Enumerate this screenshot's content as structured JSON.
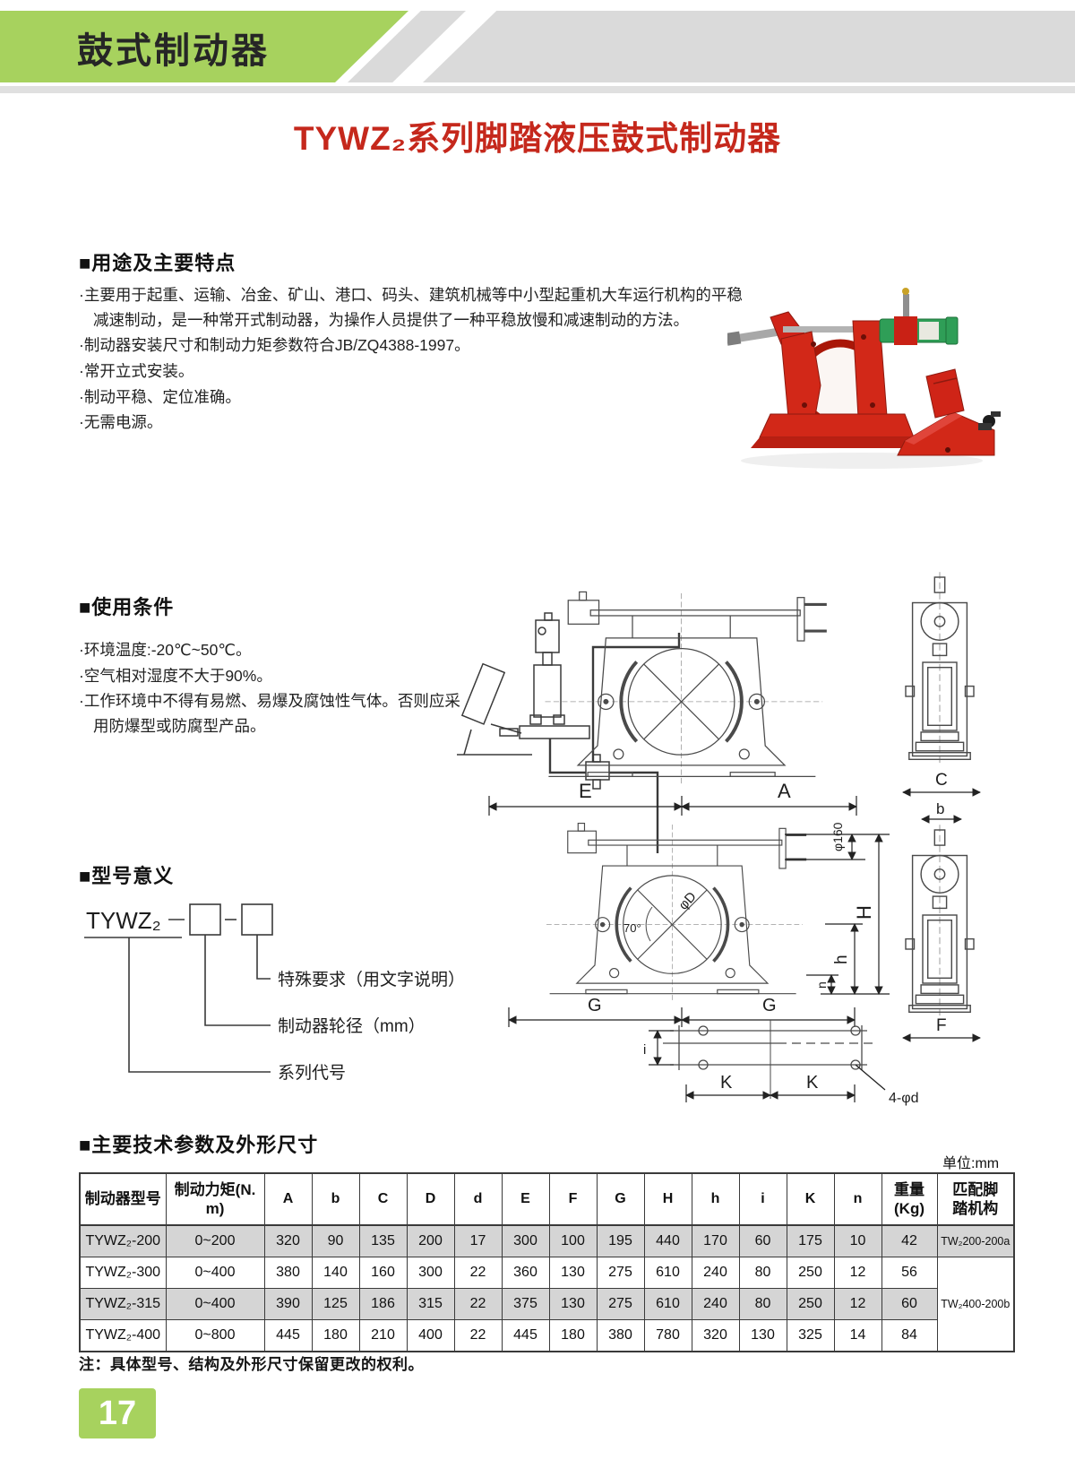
{
  "header": {
    "banner": "鼓式制动器"
  },
  "title": "TYWZ₂系列脚踏液压鼓式制动器",
  "sections": {
    "usage": {
      "heading": "■用途及主要特点",
      "bullets": [
        "·主要用于起重、运输、冶金、矿山、港口、码头、建筑机械等中小型起重机大车运行机构的平稳减速制动，是一种常开式制动器，为操作人员提供了一种平稳放慢和减速制动的方法。",
        "·制动器安装尺寸和制动力矩参数符合JB/ZQ4388-1997。",
        "·常开立式安装。",
        "·制动平稳、定位准确。",
        "·无需电源。"
      ]
    },
    "conditions": {
      "heading": "■使用条件",
      "bullets": [
        "·环境温度:-20℃~50℃。",
        "·空气相对湿度不大于90%。",
        "·工作环境中不得有易燃、易爆及腐蚀性气体。否则应采用防爆型或防腐型产品。"
      ]
    },
    "model": {
      "heading": "■型号意义",
      "prefix": "TYWZ₂",
      "labels": [
        "特殊要求（用文字说明）",
        "制动器轮径（mm）",
        "系列代号"
      ]
    },
    "specs": {
      "heading": "■主要技术参数及外形尺寸",
      "unit": "单位:mm",
      "note": "注：具体型号、结构及外形尺寸保留更改的权利。"
    }
  },
  "drawing": {
    "labels": {
      "e": "E",
      "a": "A",
      "c": "C",
      "b": "b",
      "d160": "φ160",
      "hh": "H",
      "h": "h",
      "n": "n",
      "g": "G",
      "f": "F",
      "phid": "φD",
      "angle": "70°",
      "i": "i",
      "k": "K",
      "holes": "4-φd"
    }
  },
  "table": {
    "headers": [
      "制动器型号",
      "制动力矩(N. m)",
      "A",
      "b",
      "C",
      "D",
      "d",
      "E",
      "F",
      "G",
      "H",
      "h",
      "i",
      "K",
      "n",
      "重量\n(Kg)",
      "匹配脚\n踏机构"
    ],
    "rows": [
      {
        "shaded": true,
        "cells": [
          "TYWZ₂-200",
          "0~200",
          "320",
          "90",
          "135",
          "200",
          "17",
          "300",
          "100",
          "195",
          "440",
          "170",
          "60",
          "175",
          "10",
          "42"
        ]
      },
      {
        "shaded": false,
        "cells": [
          "TYWZ₂-300",
          "0~400",
          "380",
          "140",
          "160",
          "300",
          "22",
          "360",
          "130",
          "275",
          "610",
          "240",
          "80",
          "250",
          "12",
          "56"
        ]
      },
      {
        "shaded": true,
        "cells": [
          "TYWZ₂-315",
          "0~400",
          "390",
          "125",
          "186",
          "315",
          "22",
          "375",
          "130",
          "275",
          "610",
          "240",
          "80",
          "250",
          "12",
          "60"
        ]
      },
      {
        "shaded": false,
        "cells": [
          "TYWZ₂-400",
          "0~800",
          "445",
          "180",
          "210",
          "400",
          "22",
          "445",
          "180",
          "380",
          "780",
          "320",
          "130",
          "325",
          "14",
          "84"
        ]
      }
    ],
    "match_column": [
      {
        "label": "TW₂200-200a",
        "rowspan": 1
      },
      {
        "label": "TW₂400-200b",
        "rowspan": 3
      }
    ]
  },
  "page_number": "17"
}
